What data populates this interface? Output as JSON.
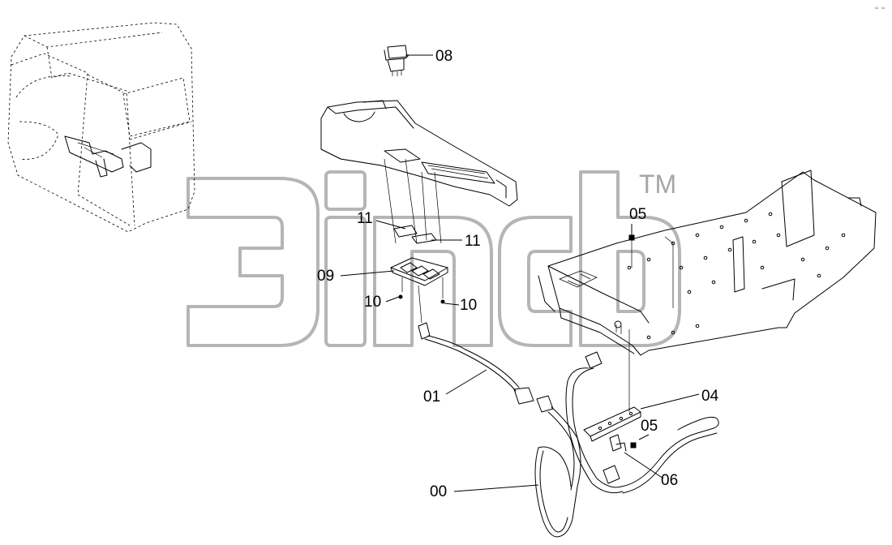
{
  "figure": {
    "callouts": [
      {
        "id": "c08",
        "label": "08"
      },
      {
        "id": "c11a",
        "label": "11"
      },
      {
        "id": "c11b",
        "label": "11"
      },
      {
        "id": "c05a",
        "label": "05"
      },
      {
        "id": "c09",
        "label": "09"
      },
      {
        "id": "c10a",
        "label": "10"
      },
      {
        "id": "c10b",
        "label": "10"
      },
      {
        "id": "c01",
        "label": "01"
      },
      {
        "id": "c04",
        "label": "04"
      },
      {
        "id": "c05b",
        "label": "05"
      },
      {
        "id": "c06",
        "label": "06"
      },
      {
        "id": "c00",
        "label": "00"
      }
    ],
    "watermark": {
      "trademark": "TM",
      "color": "#b5b5b5"
    },
    "corner_mark": "≈ ≈"
  }
}
